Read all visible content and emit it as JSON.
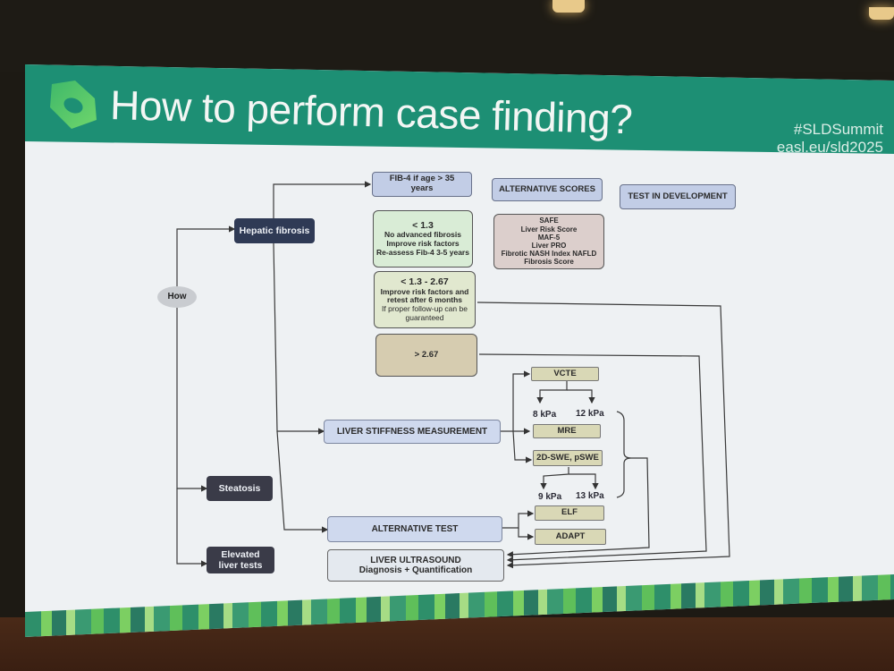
{
  "slide": {
    "title": "How to perform case finding?",
    "hashtag": "#SLDSummit",
    "url": "easl.eu/sld2025",
    "logo_icon": "hexagon-nut-logo-icon",
    "colors": {
      "header": "#1d8f74",
      "logo": "#5cc96a",
      "dark_node": "#2f3a55",
      "blue_node": "#c2cde6",
      "khaki_node": "#d9d8b6"
    }
  },
  "diagram": {
    "root": "How",
    "categories": {
      "hepatic_fibrosis": "Hepatic fibrosis",
      "steatosis": "Steatosis",
      "elevated": [
        "Elevated",
        "liver tests"
      ]
    },
    "columns": {
      "fib4": [
        "FIB-4  if age >  35",
        "years"
      ],
      "alternative_scores": "ALTERNATIVE SCORES",
      "test_in_development": "TEST IN DEVELOPMENT"
    },
    "fib4_low": {
      "threshold": "< 1.3",
      "lines": [
        "No advanced fibrosis",
        "Improve risk factors",
        "Re-assess Fib-4 3-5 years"
      ]
    },
    "fib4_mid": {
      "threshold": "< 1.3 - 2.67",
      "lines": [
        "Improve risk factors and",
        "retest after 6 months"
      ],
      "note": [
        "If proper follow-up can be",
        "guaranteed"
      ]
    },
    "fib4_high": {
      "threshold": "> 2.67"
    },
    "scores": [
      "SAFE",
      "Liver Risk Score",
      "MAF-5",
      "Liver PRO",
      "Fibrotic NASH Index NAFLD",
      "Fibrosis Score"
    ],
    "liver_stiffness": "LIVER STIFFNESS MEASUREMENT",
    "alternative_test": "ALTERNATIVE TEST",
    "ultrasound": [
      "LIVER ULTRASOUND",
      "Diagnosis + Quantification"
    ],
    "methods": {
      "vcte": "VCTE",
      "vcte_cutoffs": [
        "8 kPa",
        "12 kPa"
      ],
      "mre": "MRE",
      "swe": "2D-SWE, pSWE",
      "swe_cutoffs": [
        "9 kPa",
        "13 kPa"
      ],
      "elf": "ELF",
      "adapt": "ADAPT"
    }
  }
}
